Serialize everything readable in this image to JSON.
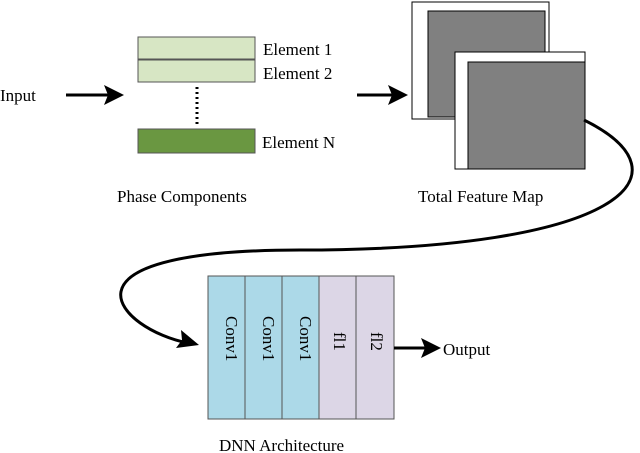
{
  "input": {
    "label": "Input"
  },
  "phase_components": {
    "caption": "Phase Components",
    "elements": [
      {
        "label": "Element 1",
        "fill": "#d7e6c4"
      },
      {
        "label": "Element 2",
        "fill": "#d7e6c4"
      },
      {
        "label": "Element N",
        "fill": "#6a9741"
      }
    ]
  },
  "feature_map": {
    "caption": "Total Feature Map",
    "fill": "#808080"
  },
  "dnn": {
    "caption": "DNN Architecture",
    "layers": [
      {
        "label": "Conv1",
        "fill": "#acd9e8"
      },
      {
        "label": "Conv1",
        "fill": "#acd9e8"
      },
      {
        "label": "Conv1",
        "fill": "#acd9e8"
      },
      {
        "label": "fl1",
        "fill": "#dcd6e6"
      },
      {
        "label": "fl2",
        "fill": "#dcd6e6"
      }
    ]
  },
  "output": {
    "label": "Output"
  }
}
